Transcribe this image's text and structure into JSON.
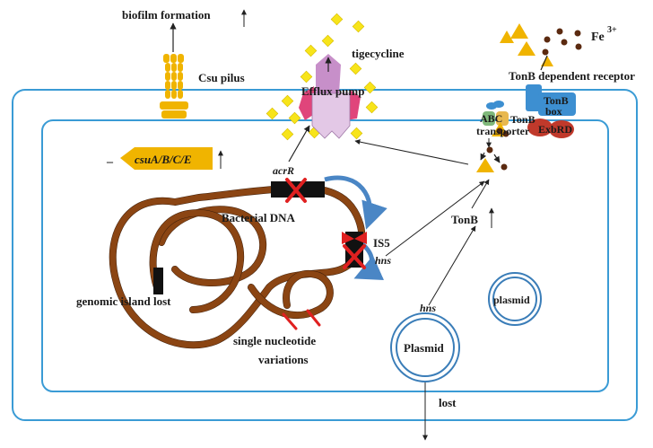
{
  "labels": {
    "biofilm": "biofilm formation",
    "csu_pilus": "Csu pilus",
    "tigecycline": "tigecycline",
    "efflux_pump": "Efflux pump",
    "fe": "Fe",
    "fe_sup": "3+",
    "tonb_receptor": "TonB dependent receptor",
    "tonb_box_1": "TonB",
    "tonb_box_2": "box",
    "abc": "ABC",
    "transporter": "transporter",
    "tonb_overlap": "TonB",
    "exbrd": "ExbRD",
    "csu_gene": "csuA/B/C/E",
    "acrr": "acrR",
    "bacterial_dna": "Bacterial DNA",
    "is5": "IS5",
    "hns_chrom": "hns",
    "tonb": "TonB",
    "genomic_island": "genomic island lost",
    "snv_1": "single nucleotide",
    "snv_2": "variations",
    "hns_plasmid": "hns",
    "plasmid_big": "Plasmid",
    "plasmid_small": "plasmid",
    "lost": "lost",
    "dash": "–"
  },
  "colors": {
    "membrane": "#3a9bd5",
    "dna": "#8b4513",
    "pilus": "#f0b400",
    "triangle": "#f0b400",
    "diamond": "#f7e41a",
    "efflux_pink": "#e0457b",
    "efflux_violet": "#c78fc9",
    "efflux_light": "#e3c8e6",
    "tonb_box": "#3d8fd1",
    "exbrd": "#c0392b",
    "cross": "#e02020",
    "fe_dot": "#5b2a10"
  }
}
